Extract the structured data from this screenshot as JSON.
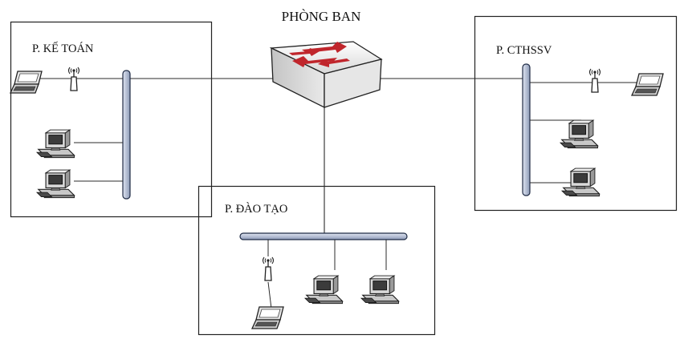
{
  "switch": {
    "label": "PHÒNG BAN",
    "icon": "network-switch-icon"
  },
  "departments": [
    {
      "label": "P. KẾ TOÁN"
    },
    {
      "label": "P. CTHSSV"
    },
    {
      "label": "P. ĐÀO TẠO"
    }
  ],
  "colors": {
    "line": "#2b2b2b",
    "bus_fill": "#aab5cd",
    "bus_stroke": "#1e2a44",
    "switch_top": "#f2f2f2",
    "switch_side": "#c9c9c9",
    "arrow": "#c0262c"
  }
}
